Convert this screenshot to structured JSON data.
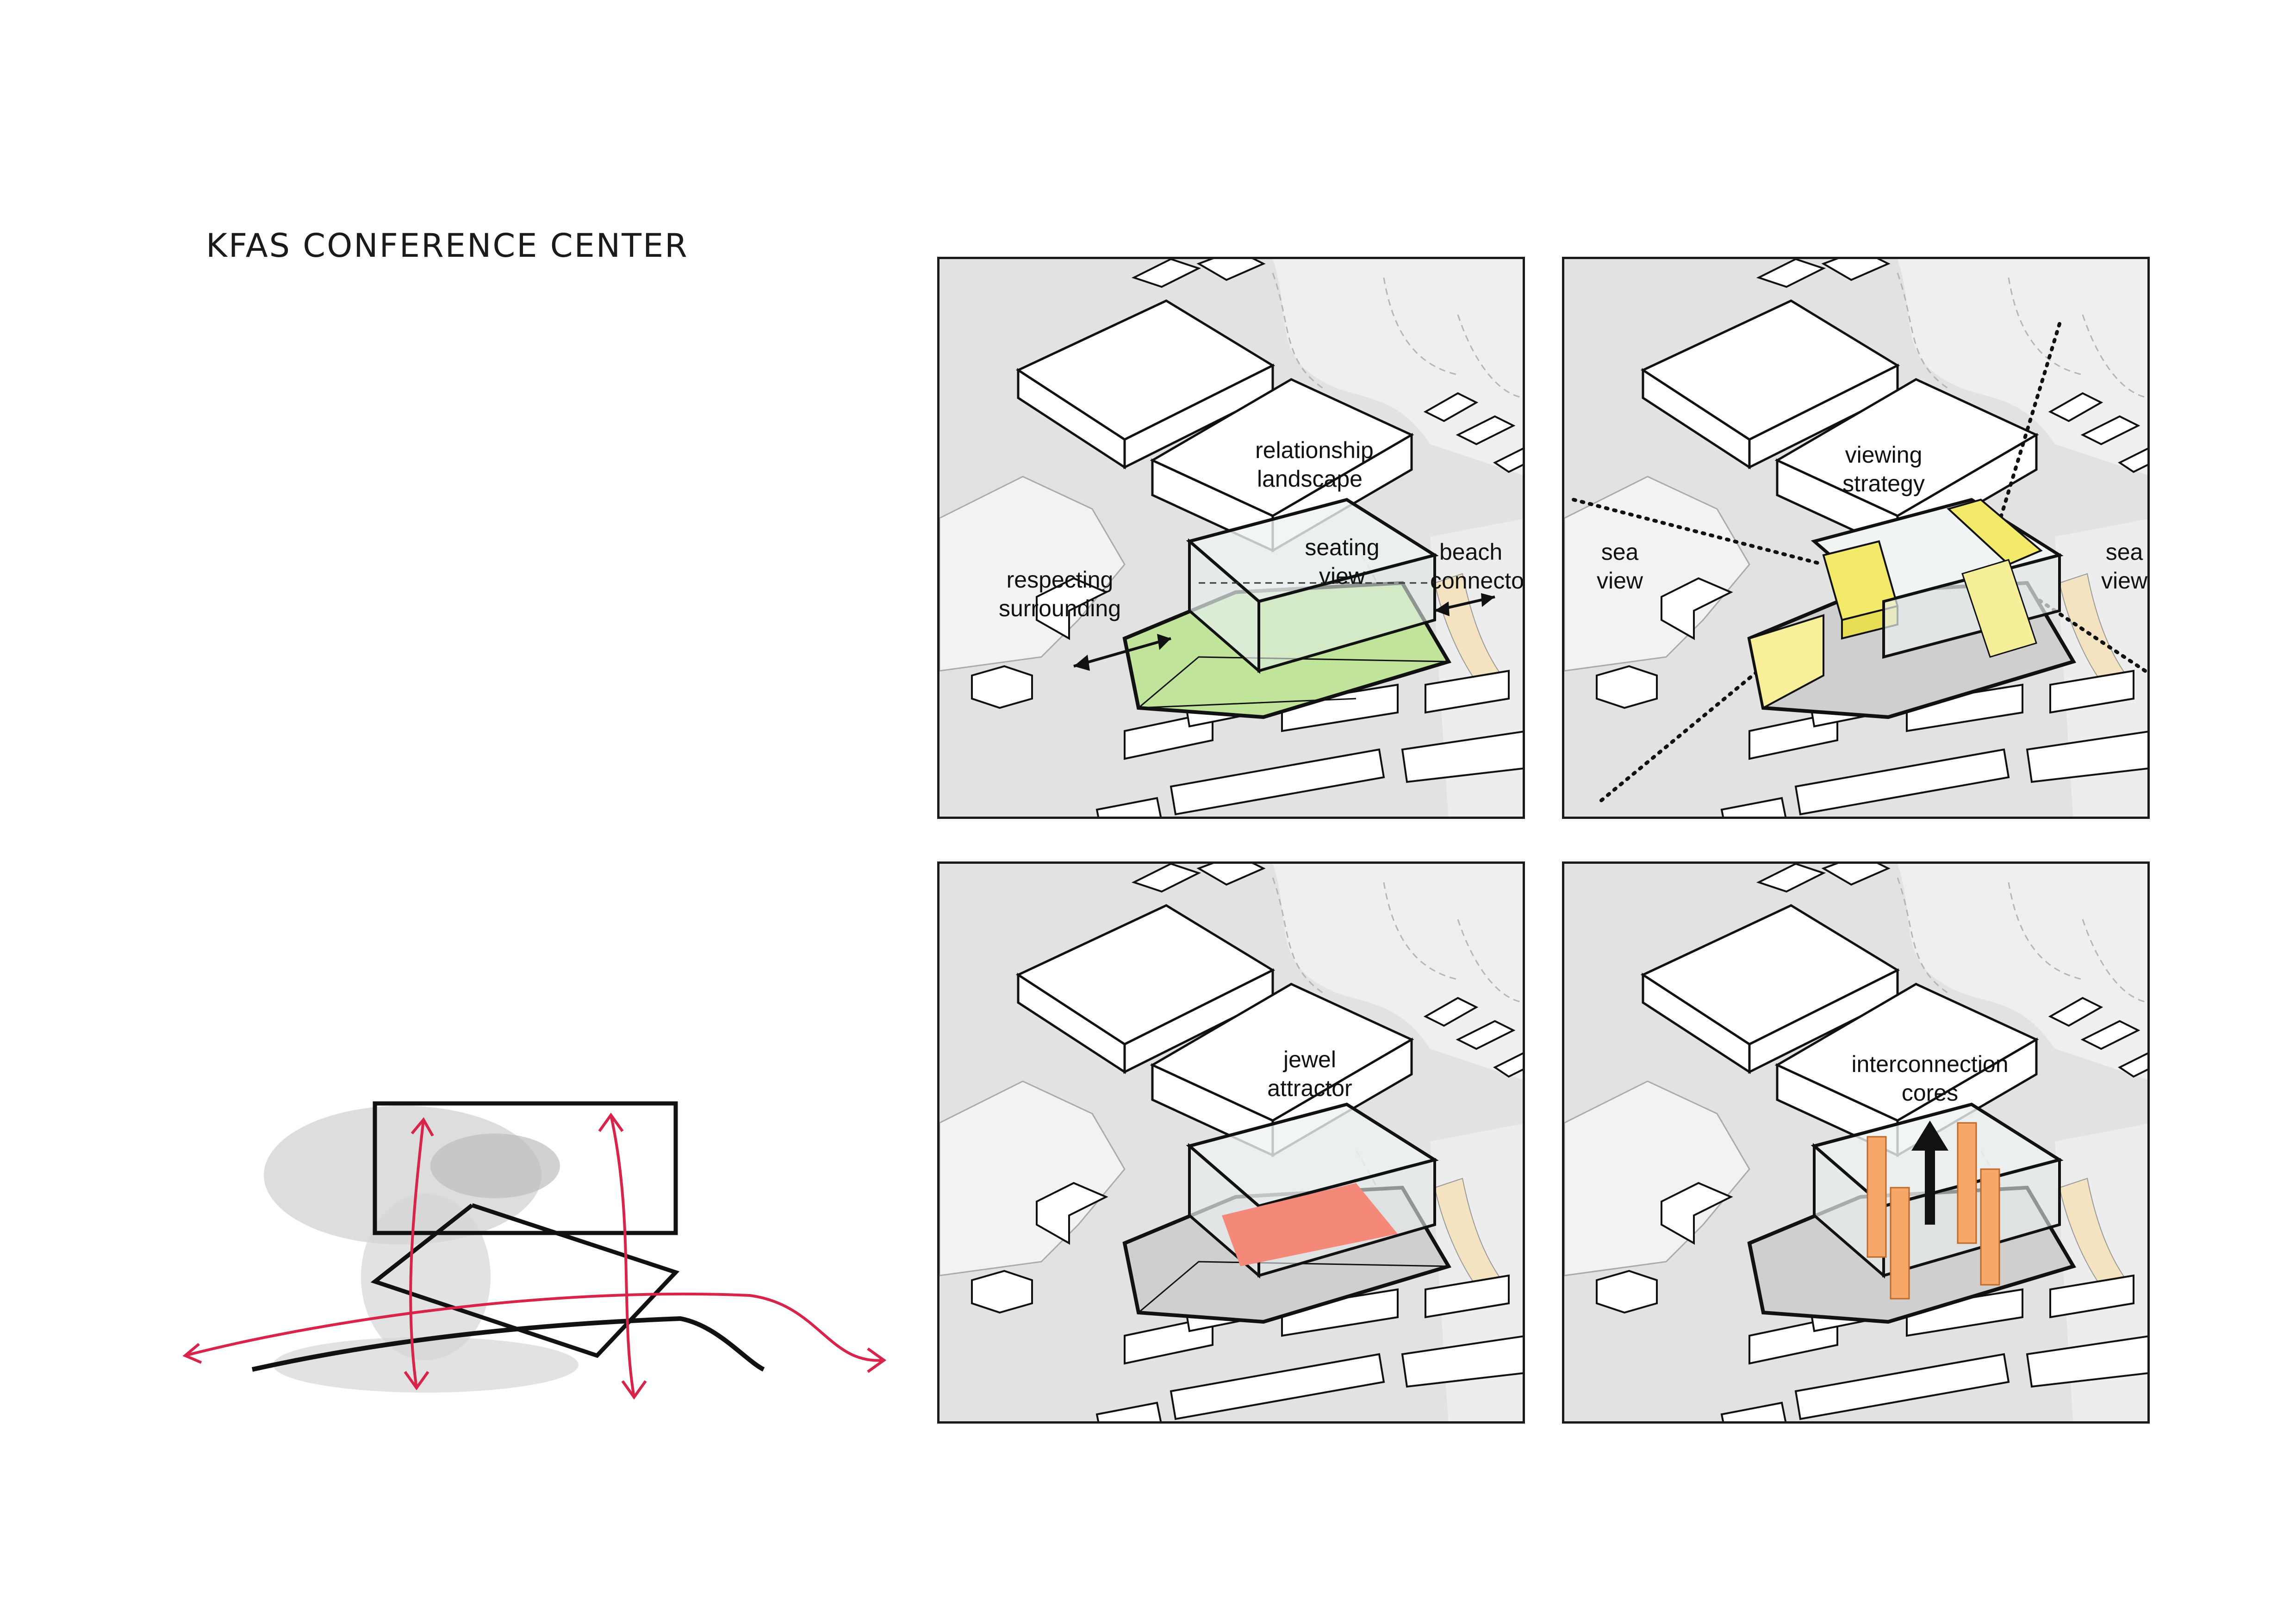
{
  "title": "KFAS CONFERENCE CENTER",
  "colors": {
    "site_grey": "#e2e2e2",
    "outline": "#1a1a1a",
    "landscape_green": "#bfe49a",
    "view_yellow": "#f3ea6a",
    "jewel_red": "#f4897a",
    "core_orange": "#f5a86a",
    "concept_red": "#d8234a",
    "sand": "#f3e3c0"
  },
  "panels": [
    {
      "name": "relationship-landscape",
      "labels": [
        "relationship",
        "landscape",
        "seating",
        "view",
        "respecting",
        "surrounding",
        "beach",
        "connector"
      ]
    },
    {
      "name": "viewing-strategy",
      "labels": [
        "viewing",
        "strategy",
        "sea",
        "view",
        "sea",
        "view"
      ]
    },
    {
      "name": "jewel-attractor",
      "labels": [
        "jewel",
        "attractor"
      ]
    },
    {
      "name": "interconnection-cores",
      "labels": [
        "interconnection",
        "cores"
      ]
    }
  ]
}
